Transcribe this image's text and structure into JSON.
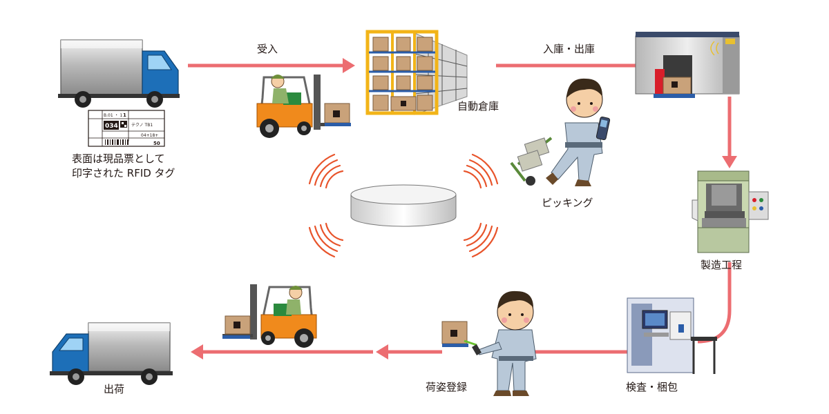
{
  "flow": {
    "receiving": "受入",
    "in_out": "入庫・出庫",
    "auto_warehouse": "自動倉庫",
    "picking": "ピッキング",
    "manufacturing": "製造工程",
    "inspection_packing": "検査・梱包",
    "package_registration": "荷姿登録",
    "shipping": "出荷"
  },
  "tag_caption": {
    "line1": "表面は現品票として",
    "line2": "印字された RFID タグ"
  },
  "tag_card": {
    "field_a": "B.01 ・ 1",
    "field_b": "1",
    "company": "テクノ TB1",
    "number": "034",
    "field_c": "04+18+",
    "qty": "50"
  },
  "colors": {
    "arrow": "#ec6d71",
    "rfid_wave": "#e8542b",
    "truck_cab": "#1d6fb8",
    "forklift": "#f08a1c",
    "rack": "#f2b418",
    "box": "#c9a27a",
    "worker_suit": "#b8c8d8",
    "machine_green": "#c9d8b0"
  }
}
